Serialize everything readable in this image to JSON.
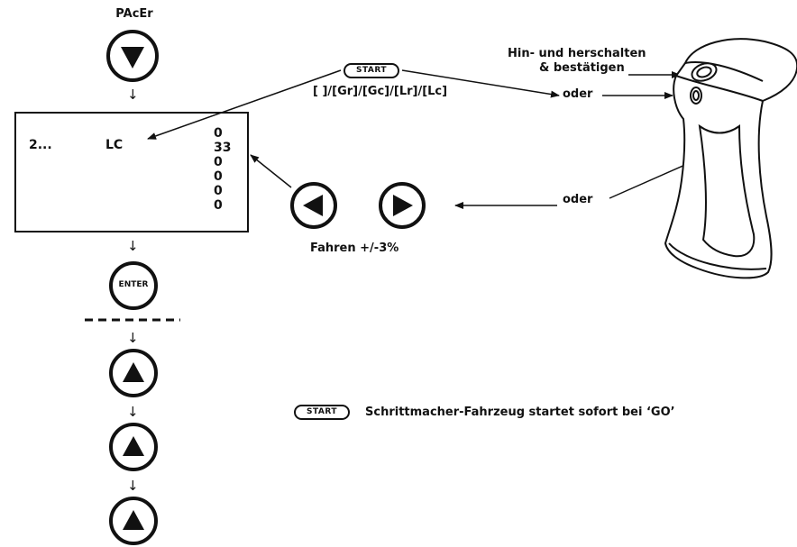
{
  "title": "PAcEr",
  "display": {
    "left_label": "2...",
    "mode_label": "LC",
    "values": [
      "0",
      "33",
      "0",
      "0",
      "0",
      "0"
    ]
  },
  "start_key_label": "START",
  "start_options": "[ ]/[Gr]/[Gc]/[Lr]/[Lc]",
  "controller_labels": {
    "toggle_confirm": "Hin- und herschalten",
    "toggle_confirm_2": "& bestätigen",
    "oder_top": "oder",
    "oder_bottom": "oder"
  },
  "drive_label": "Fahren +/-3%",
  "enter_label": "ENTER",
  "down_arrow": "↓",
  "start_note": "Schrittmacher-Fahrzeug startet sofort bei ‘GO’",
  "icons": [
    "down-triangle-button-icon",
    "left-triangle-button-icon",
    "right-triangle-button-icon",
    "up-triangle-button-icon",
    "enter-button-icon",
    "start-button-icon",
    "remote-controller-icon"
  ]
}
